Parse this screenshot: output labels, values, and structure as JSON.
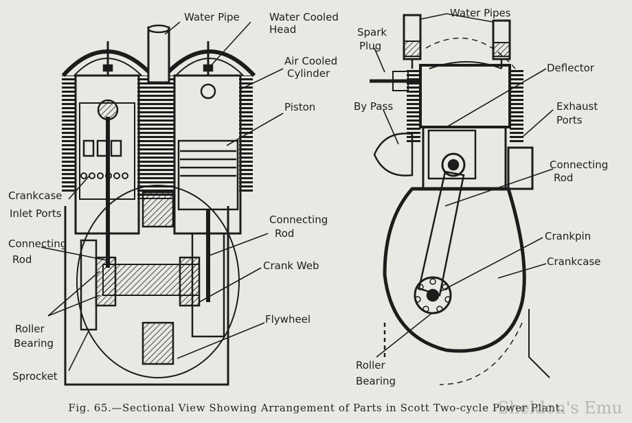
{
  "labels": {
    "water_pipe": "Water Pipe",
    "water_cooled_head_l1": "Water Cooled",
    "water_cooled_head_l2": "Head",
    "air_cooled_cyl_l1": "Air Cooled",
    "air_cooled_cyl_l2": "Cylinder",
    "piston": "Piston",
    "crankcase_inlet_l1": "Crankcase",
    "crankcase_inlet_l2": "Inlet Ports",
    "connecting_rod_left_l1": "Connecting",
    "connecting_rod_left_l2": "Rod",
    "connecting_rod_mid_l1": "Connecting",
    "connecting_rod_mid_l2": "Rod",
    "crank_web": "Crank Web",
    "roller_bearing_left_l1": "Roller",
    "roller_bearing_left_l2": "Bearing",
    "flywheel": "Flywheel",
    "sprocket": "Sprocket",
    "water_pipes": "Water Pipes",
    "spark_plug_l1": "Spark",
    "spark_plug_l2": "Plug",
    "deflector": "Deflector",
    "by_pass": "By Pass",
    "exhaust_ports_l1": "Exhaust",
    "exhaust_ports_l2": "Ports",
    "connecting_rod_right_l1": "Connecting",
    "connecting_rod_right_l2": "Rod",
    "crankpin": "Crankpin",
    "crankcase": "Crankcase",
    "roller_bearing_right_l1": "Roller",
    "roller_bearing_right_l2": "Bearing"
  },
  "caption": "Fig. 65.—Sectional View Showing Arrangement of Parts in Scott Two-cycle Power Plant.",
  "watermark": "Sheldon's Emu",
  "colors": {
    "ink": "#1c1c1c",
    "paper": "#e9e9e4"
  }
}
